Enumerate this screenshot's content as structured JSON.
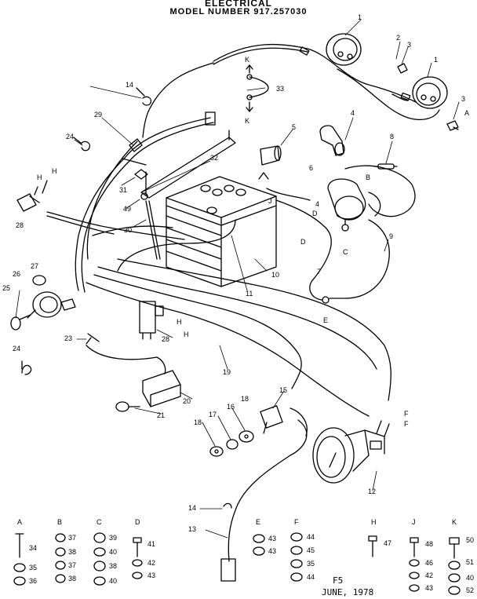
{
  "header": {
    "title": "ELECTRICAL",
    "subtitle": "MODEL NUMBER 917.257030"
  },
  "footer": {
    "page_code": "F5",
    "date": "JUNE, 1978"
  },
  "callouts": [
    {
      "id": "c1a",
      "text": "1"
    },
    {
      "id": "c2",
      "text": "2"
    },
    {
      "id": "c3a",
      "text": "3"
    },
    {
      "id": "c1b",
      "text": "1"
    },
    {
      "id": "c3b",
      "text": "3"
    },
    {
      "id": "cA1",
      "text": "A"
    },
    {
      "id": "cK1",
      "text": "K"
    },
    {
      "id": "cK2",
      "text": "K"
    },
    {
      "id": "c33",
      "text": "33"
    },
    {
      "id": "c14a",
      "text": "14"
    },
    {
      "id": "c29",
      "text": "29"
    },
    {
      "id": "c4",
      "text": "4"
    },
    {
      "id": "c5",
      "text": "5"
    },
    {
      "id": "c8",
      "text": "8"
    },
    {
      "id": "c24a",
      "text": "24"
    },
    {
      "id": "c32",
      "text": "32"
    },
    {
      "id": "c6",
      "text": "6"
    },
    {
      "id": "cB1",
      "text": "B"
    },
    {
      "id": "cH1",
      "text": "H"
    },
    {
      "id": "cH2",
      "text": "H"
    },
    {
      "id": "c31",
      "text": "31"
    },
    {
      "id": "cJ1",
      "text": "J"
    },
    {
      "id": "c4b",
      "text": "4"
    },
    {
      "id": "cD1",
      "text": "D"
    },
    {
      "id": "c49",
      "text": "49"
    },
    {
      "id": "c28a",
      "text": "28"
    },
    {
      "id": "c30",
      "text": "30"
    },
    {
      "id": "c9",
      "text": "9"
    },
    {
      "id": "cD2",
      "text": "D"
    },
    {
      "id": "cC1",
      "text": "C"
    },
    {
      "id": "c7",
      "text": "7"
    },
    {
      "id": "c27",
      "text": "27"
    },
    {
      "id": "c10",
      "text": "10"
    },
    {
      "id": "c26",
      "text": "26"
    },
    {
      "id": "c11",
      "text": "11"
    },
    {
      "id": "c25",
      "text": "25"
    },
    {
      "id": "cE1",
      "text": "E"
    },
    {
      "id": "cH3",
      "text": "H"
    },
    {
      "id": "cH4",
      "text": "H"
    },
    {
      "id": "c28b",
      "text": "28"
    },
    {
      "id": "c23",
      "text": "23"
    },
    {
      "id": "c24b",
      "text": "24"
    },
    {
      "id": "c19",
      "text": "19"
    },
    {
      "id": "c20",
      "text": "20"
    },
    {
      "id": "c18",
      "text": "18"
    },
    {
      "id": "c15",
      "text": "15"
    },
    {
      "id": "cF1",
      "text": "F"
    },
    {
      "id": "cF2",
      "text": "F"
    },
    {
      "id": "c21",
      "text": "21"
    },
    {
      "id": "c16",
      "text": "16"
    },
    {
      "id": "c17",
      "text": "17"
    },
    {
      "id": "c18b",
      "text": "18"
    },
    {
      "id": "c12",
      "text": "12"
    },
    {
      "id": "c14b",
      "text": "14"
    },
    {
      "id": "c13",
      "text": "13"
    }
  ],
  "hardware_groups": [
    {
      "letter": "A",
      "parts": [
        "34",
        "35",
        "36"
      ]
    },
    {
      "letter": "B",
      "parts": [
        "37",
        "38",
        "37",
        "38"
      ]
    },
    {
      "letter": "C",
      "parts": [
        "39",
        "40",
        "38",
        "40"
      ]
    },
    {
      "letter": "D",
      "parts": [
        "41",
        "42",
        "43"
      ]
    },
    {
      "letter": "E",
      "parts": [
        "43",
        "43"
      ]
    },
    {
      "letter": "F",
      "parts": [
        "44",
        "45",
        "35",
        "44"
      ]
    },
    {
      "letter": "H",
      "parts": [
        "47"
      ]
    },
    {
      "letter": "J",
      "parts": [
        "48",
        "46",
        "42",
        "43"
      ]
    },
    {
      "letter": "K",
      "parts": [
        "50",
        "51",
        "40",
        "52"
      ]
    }
  ]
}
